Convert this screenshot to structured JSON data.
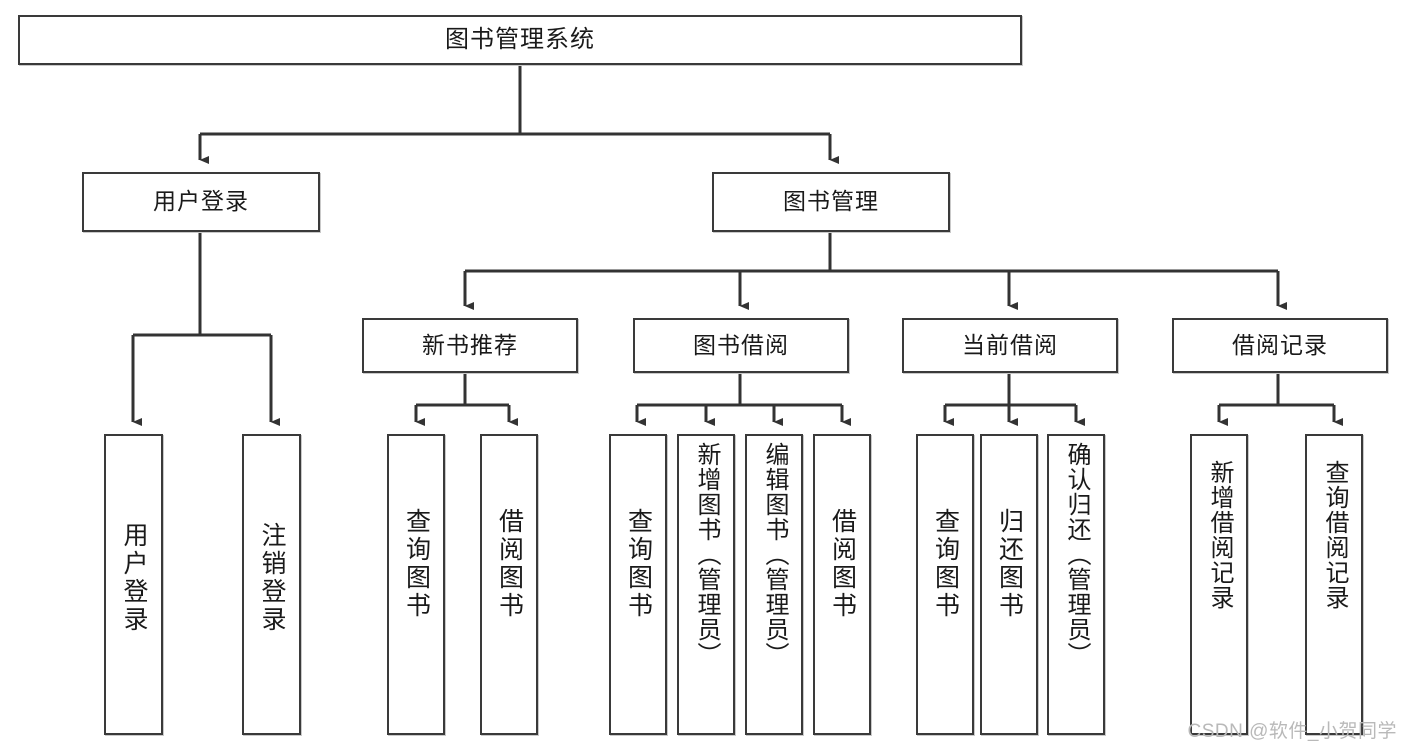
{
  "diagram": {
    "title": "图书管理系统",
    "type": "hierarchy-tree",
    "colors": {
      "box_border": "#3a3a3a",
      "box_fill": "#ffffff",
      "connector": "#333333",
      "text": "#1a1a1a",
      "watermark": "#b9b9b9"
    },
    "nodes": {
      "root": {
        "label": "图书管理系统",
        "level": 0
      },
      "level1": [
        {
          "id": "user-login",
          "label": "用户登录"
        },
        {
          "id": "book-manage",
          "label": "图书管理"
        }
      ],
      "level2": [
        {
          "id": "new-book-recommend",
          "label": "新书推荐"
        },
        {
          "id": "book-borrow",
          "label": "图书借阅"
        },
        {
          "id": "current-borrow",
          "label": "当前借阅"
        },
        {
          "id": "borrow-record",
          "label": "借阅记录"
        }
      ],
      "leaves": {
        "user-login": [
          {
            "id": "leaf-user-login",
            "label": "用户登录"
          },
          {
            "id": "leaf-logout-login",
            "label": "注销登录"
          }
        ],
        "new-book-recommend": [
          {
            "id": "leaf-query-book-1",
            "label": "查询图书"
          },
          {
            "id": "leaf-borrow-book-1",
            "label": "借阅图书"
          }
        ],
        "book-borrow": [
          {
            "id": "leaf-query-book-2",
            "label": "查询图书"
          },
          {
            "id": "leaf-add-book",
            "label": "新增图书（管理员）"
          },
          {
            "id": "leaf-edit-book",
            "label": "编辑图书（管理员）"
          },
          {
            "id": "leaf-borrow-book-2",
            "label": "借阅图书"
          }
        ],
        "current-borrow": [
          {
            "id": "leaf-query-book-3",
            "label": "查询图书"
          },
          {
            "id": "leaf-return-book",
            "label": "归还图书"
          },
          {
            "id": "leaf-confirm-return",
            "label": "确认归还（管理员）"
          }
        ],
        "borrow-record": [
          {
            "id": "leaf-add-record",
            "label": "新增借阅记录"
          },
          {
            "id": "leaf-query-record",
            "label": "查询借阅记录"
          }
        ]
      }
    },
    "watermark": "CSDN @软件_小贺同学"
  }
}
